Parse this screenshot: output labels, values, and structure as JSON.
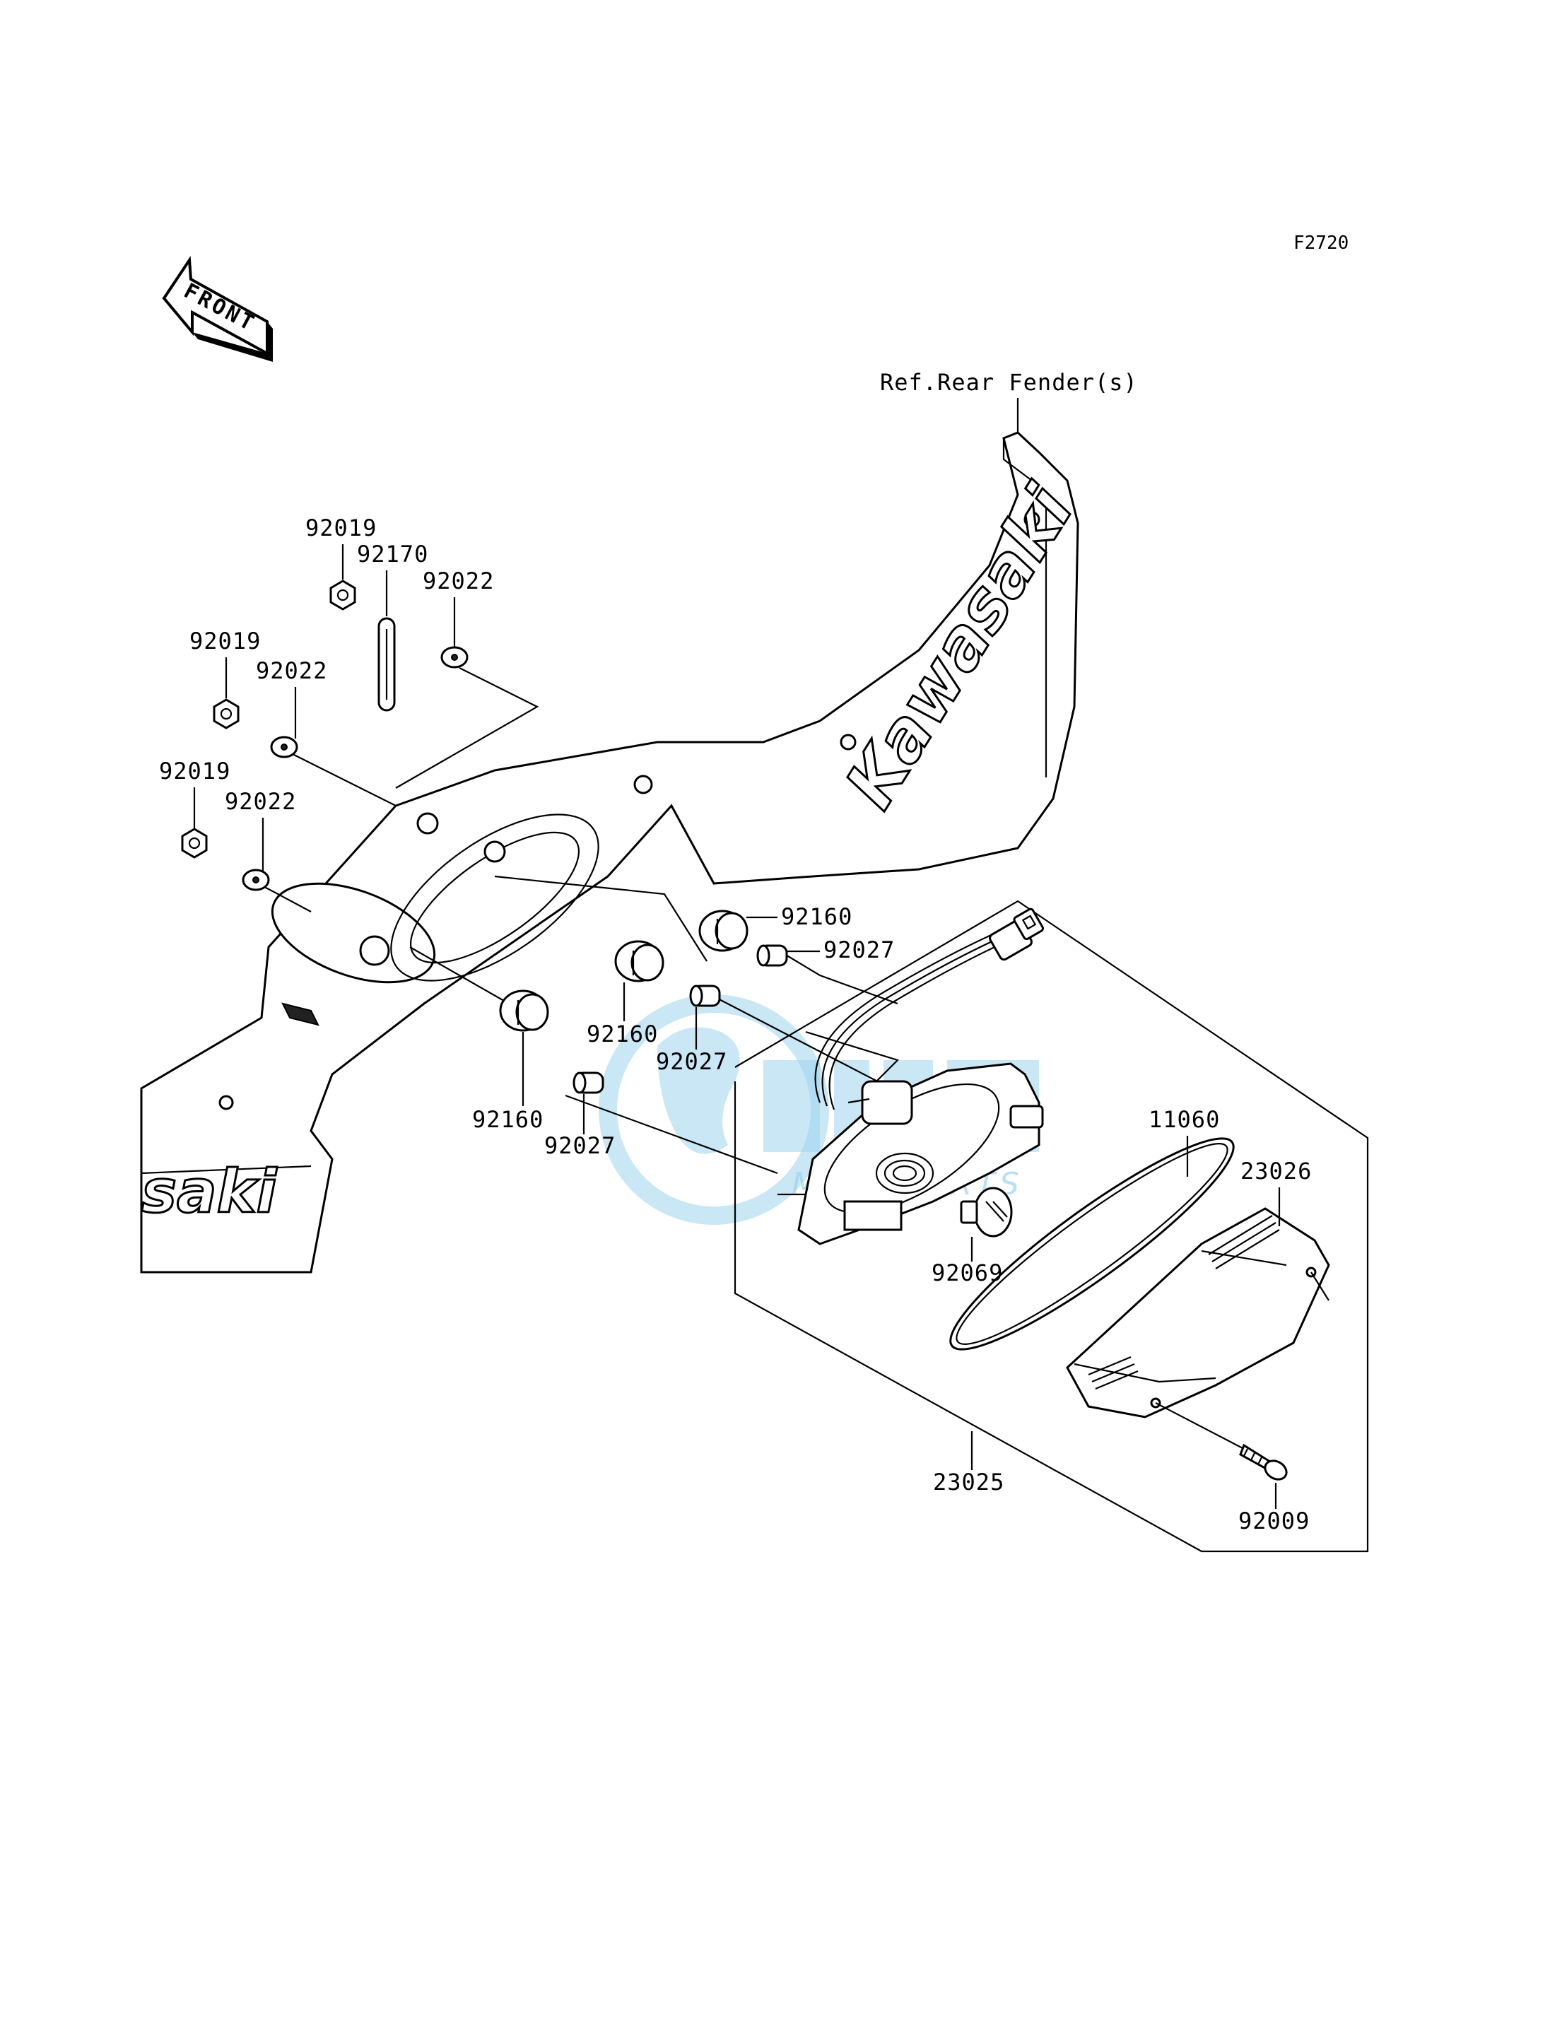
{
  "diagram_code": "F2720",
  "front_arrow_text": "FRONT",
  "reference_label": "Ref.Rear Fender(s)",
  "brand_logo_text": "Kawasaki",
  "brand_logo_partial": "saki",
  "watermark_text": "MOTOPARTS",
  "parts": {
    "nut_top": "92019",
    "nut_mid": "92019",
    "nut_low": "92019",
    "strap": "92170",
    "washer_top": "92022",
    "washer_mid": "92022",
    "washer_low": "92022",
    "grommet_right": "92160",
    "grommet_center": "92160",
    "grommet_left": "92160",
    "collar_right": "92027",
    "collar_center": "92027",
    "collar_left": "92027",
    "gasket": "11060",
    "lens": "23026",
    "bulb": "92069",
    "tail_lamp_assy": "23025",
    "screw": "92009"
  }
}
